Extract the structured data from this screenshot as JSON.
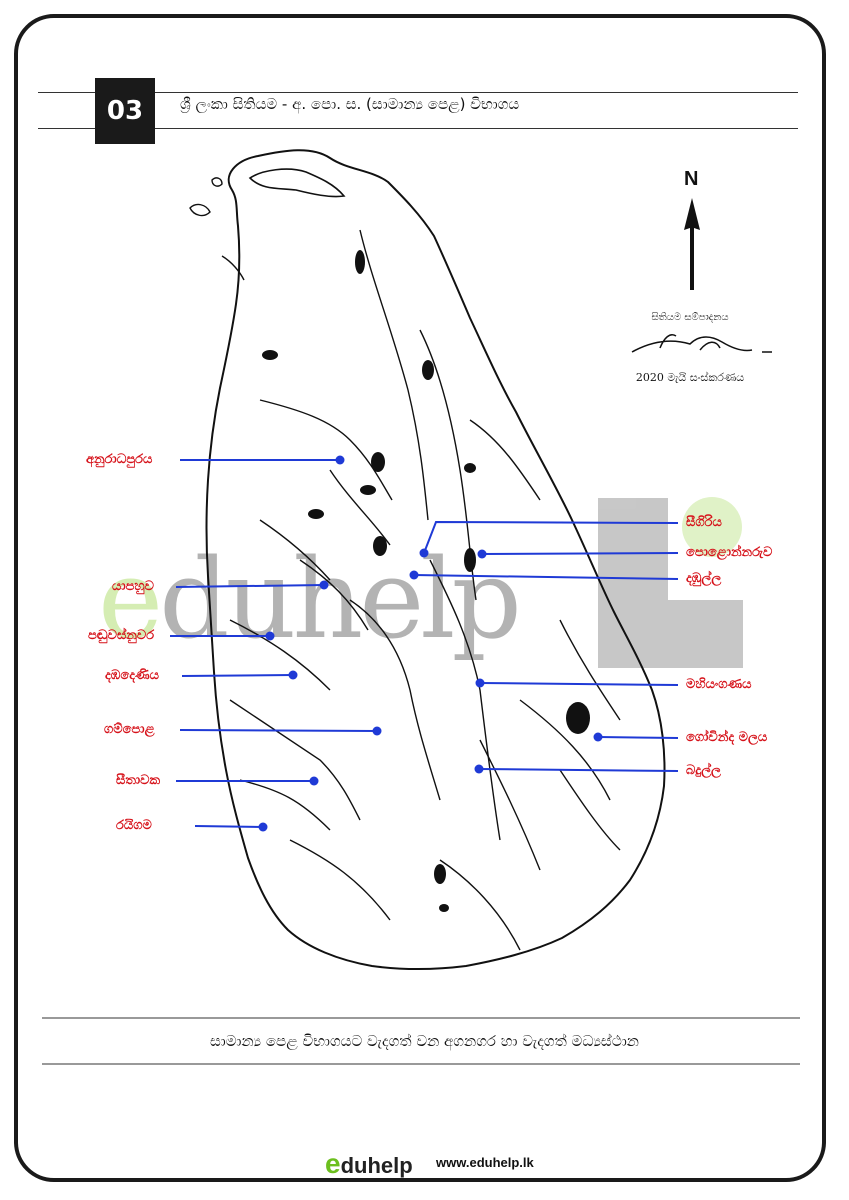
{
  "header": {
    "number": "03",
    "title": "ශ්‍රී ලංකා සිතියම - අ. පො. ස. (සාමාන්‍ය පෙළ) විභාගය"
  },
  "compass": {
    "label": "N"
  },
  "credits": {
    "editor_label": "සිතියම සම්පාදනය",
    "edition": "2020 මැයි සංස්කරණය"
  },
  "places": [
    {
      "name": "අනුරාධපුරය",
      "side": "left"
    },
    {
      "name": "සීගිරිය",
      "side": "right"
    },
    {
      "name": "පොළොන්නරුව",
      "side": "right"
    },
    {
      "name": "දඹුල්ල",
      "side": "right"
    },
    {
      "name": "යාපහුව",
      "side": "left"
    },
    {
      "name": "පඬුවස්නුවර",
      "side": "left"
    },
    {
      "name": "දඹදෙණිය",
      "side": "left"
    },
    {
      "name": "මහියංගණය",
      "side": "right"
    },
    {
      "name": "ගම්පොළ",
      "side": "left"
    },
    {
      "name": "ගෝවින්ද මලය",
      "side": "right"
    },
    {
      "name": "සීතාවක",
      "side": "left"
    },
    {
      "name": "බදුල්ල",
      "side": "right"
    },
    {
      "name": "රයිගම",
      "side": "left"
    }
  ],
  "footer": {
    "title": "සාමාන්‍ය පෙළ විභාගයට වැදගත් වන අගනගර හා වැදගත් මධ්‍යස්ථාන"
  },
  "watermark": {
    "e": "e",
    "rest": "duhelp"
  },
  "logo": {
    "e": "e",
    "rest": "duhelp",
    "url": "www.eduhelp.lk"
  },
  "colors": {
    "label": "#d6121a",
    "pointer": "#1f3ad6",
    "map_stroke": "#111111"
  }
}
